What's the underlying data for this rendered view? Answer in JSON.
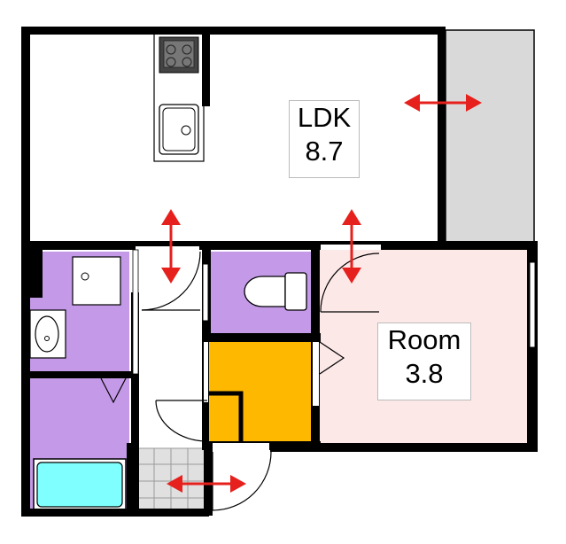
{
  "floor_plan": {
    "rooms": [
      {
        "key": "ldk",
        "name": "LDK",
        "area": "8.7",
        "color": "#ffffff"
      },
      {
        "key": "room",
        "name": "Room",
        "area": "3.8",
        "color": "#fde8e8"
      }
    ],
    "colors": {
      "wall": "#000000",
      "wet_area": "#c49ae8",
      "closet": "#ffb800",
      "bathtub": "#7fffff",
      "balcony": "#d9d9d9",
      "entrance_tile": "#e0e0e0",
      "ventilation_arrow": "#e6201c"
    }
  }
}
